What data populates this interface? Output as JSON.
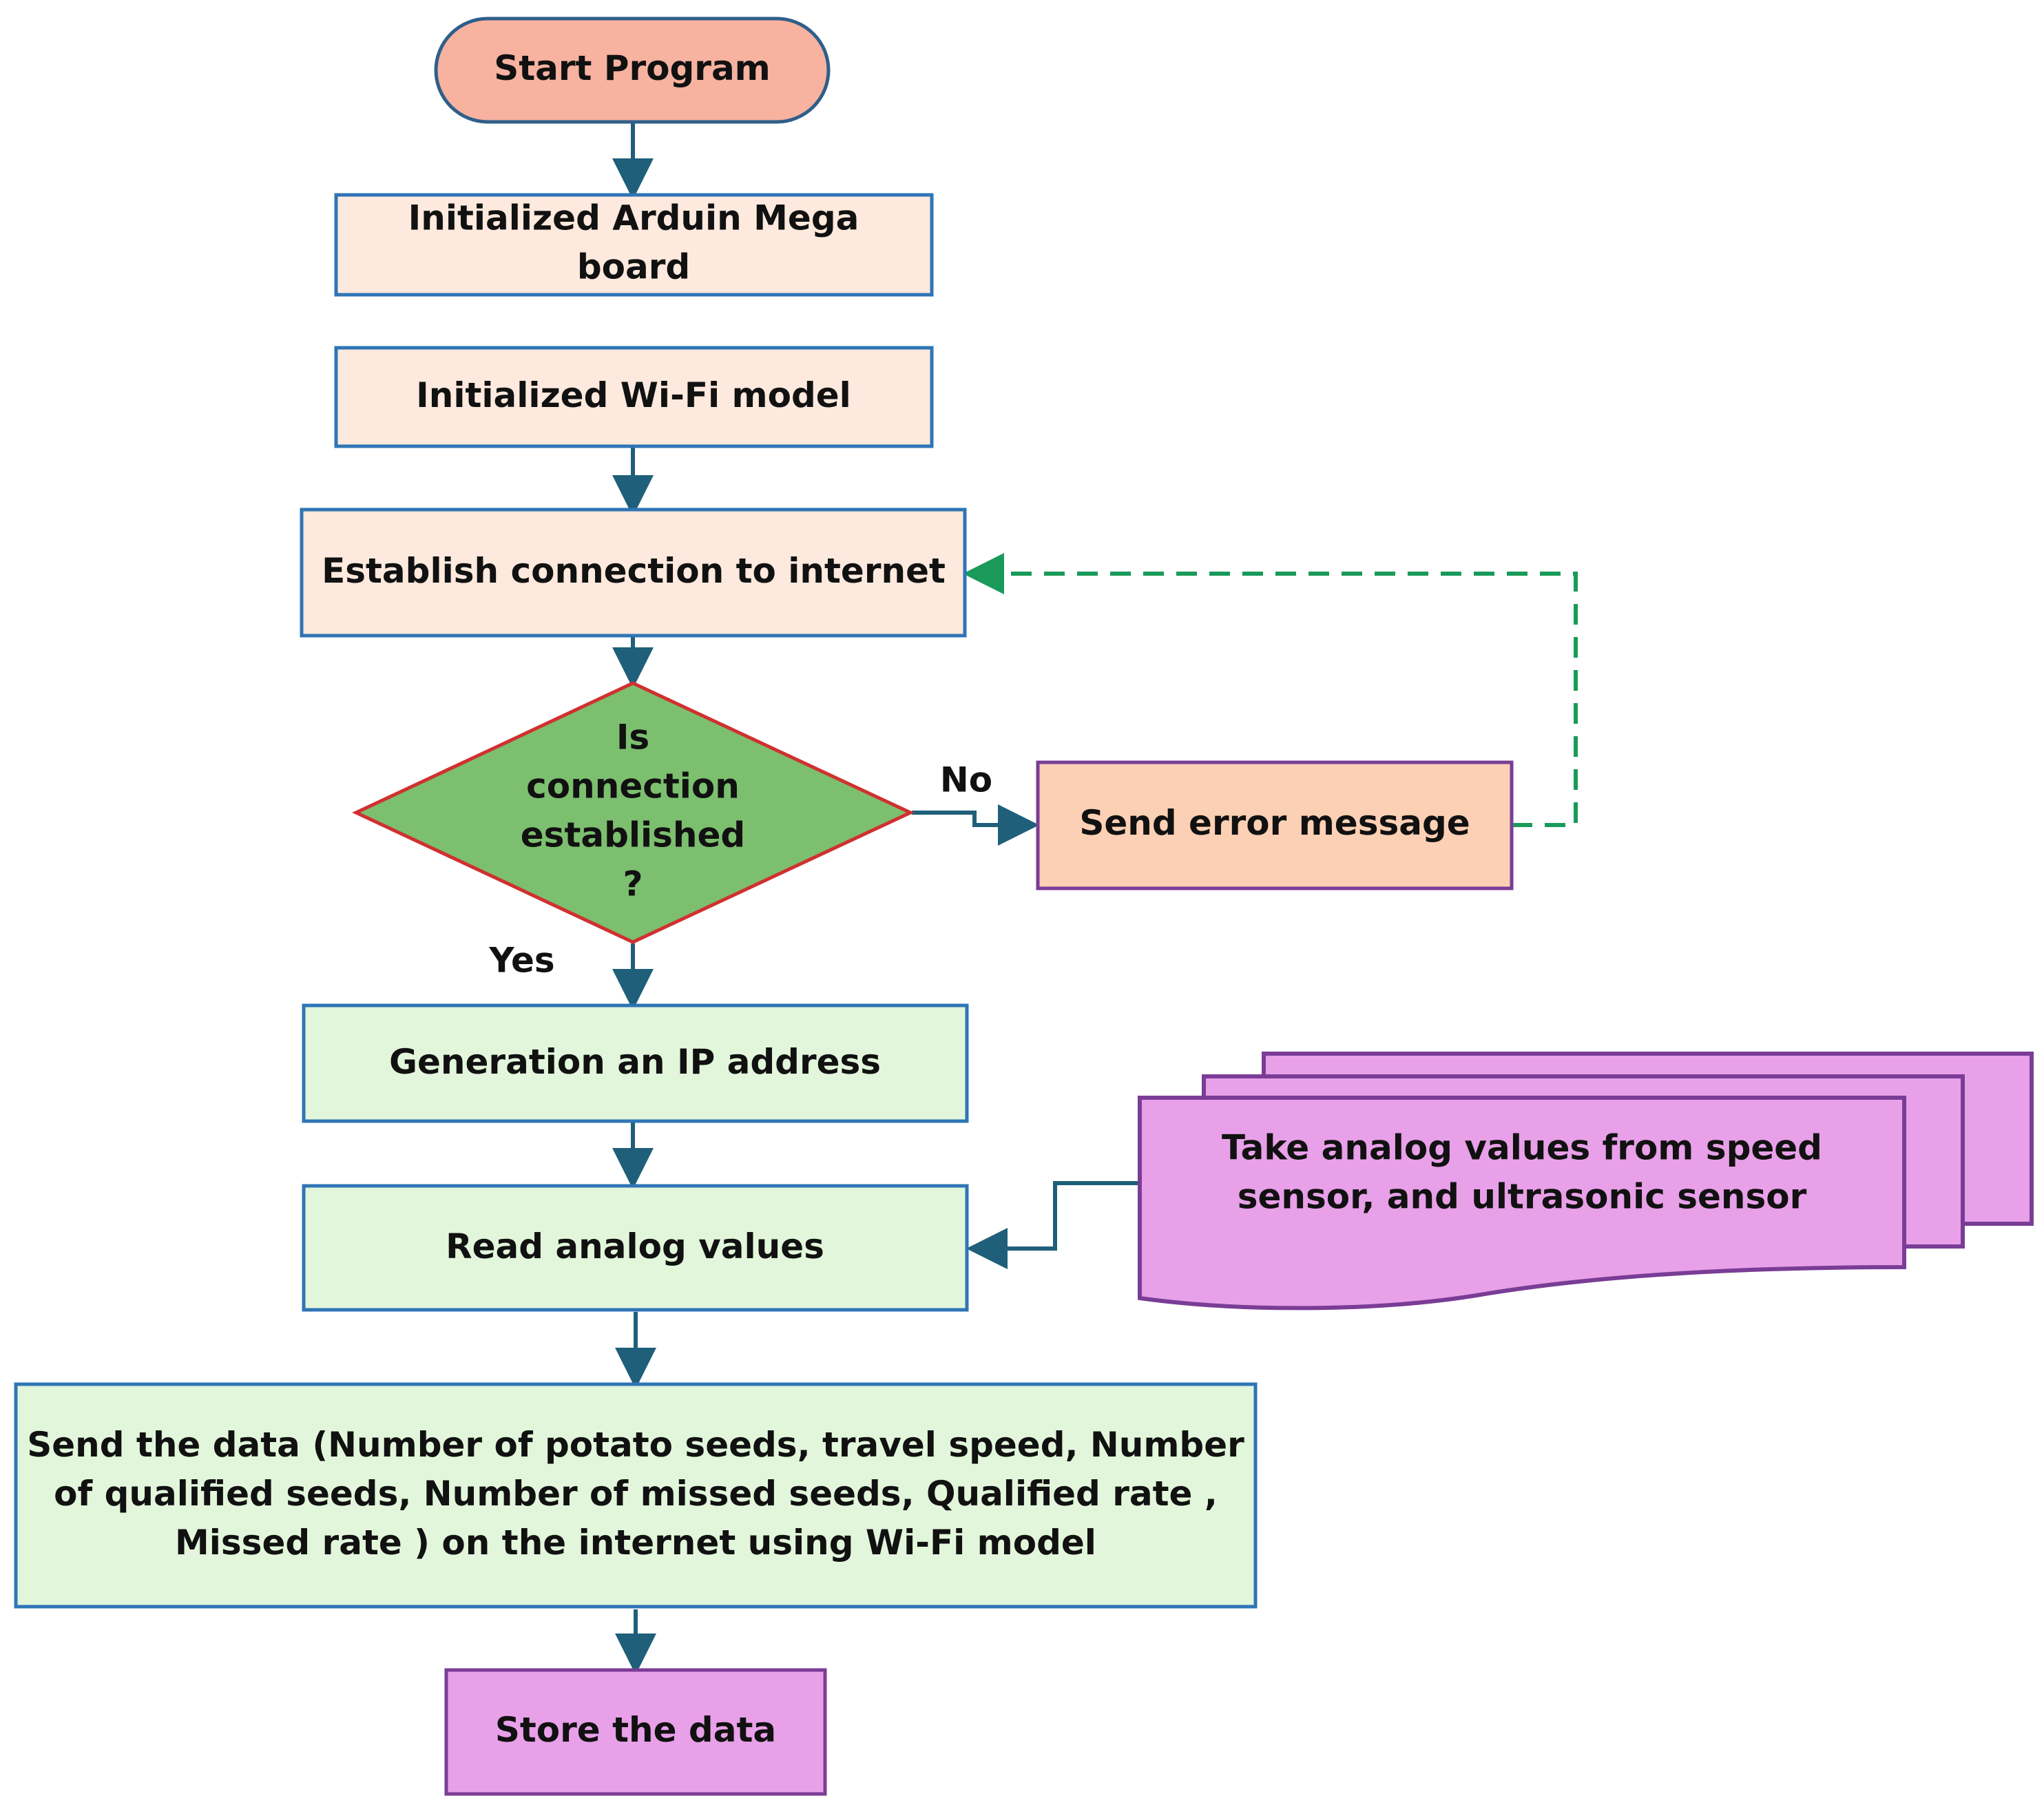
{
  "colors": {
    "start": "#f7b2a0",
    "start_border": "#2f5f8a",
    "peach_box": "#fde9dd",
    "peach_border": "#2e75b6",
    "decision": "#7cbf6f",
    "decision_border": "#d03030",
    "error_box": "#fcd0b4",
    "error_border": "#7a3d96",
    "green_box": "#e2f6db",
    "green_border": "#2e75b6",
    "doc_fill": "#e8a0e8",
    "doc_border": "#7a3d96",
    "store_fill": "#e8a0e8",
    "arrow": "#1f5f7a",
    "dashed_arrow": "#1a9a5a"
  },
  "nodes": {
    "start": {
      "lines": [
        "Start Program"
      ]
    },
    "init_arduino": {
      "lines": [
        "Initialized Arduin Mega",
        "board"
      ]
    },
    "init_wifi": {
      "lines": [
        "Initialized Wi-Fi model"
      ]
    },
    "establish": {
      "lines": [
        "Establish connection to internet"
      ]
    },
    "decision": {
      "lines": [
        "Is",
        "connection",
        "established",
        "?"
      ]
    },
    "error": {
      "lines": [
        "Send error message"
      ]
    },
    "gen_ip": {
      "lines": [
        "Generation an IP address"
      ]
    },
    "read_analog": {
      "lines": [
        "Read analog values"
      ]
    },
    "sensors": {
      "lines": [
        "Take analog values from speed",
        "sensor, and ultrasonic sensor"
      ]
    },
    "send_data": {
      "lines": [
        "Send the data (Number of potato seeds, travel speed, Number",
        "of qualified seeds, Number of missed seeds, Qualified rate ,",
        "Missed rate ) on the internet using Wi-Fi model"
      ]
    },
    "store": {
      "lines": [
        "Store the data"
      ]
    }
  },
  "edge_labels": {
    "no": "No",
    "yes": "Yes"
  }
}
